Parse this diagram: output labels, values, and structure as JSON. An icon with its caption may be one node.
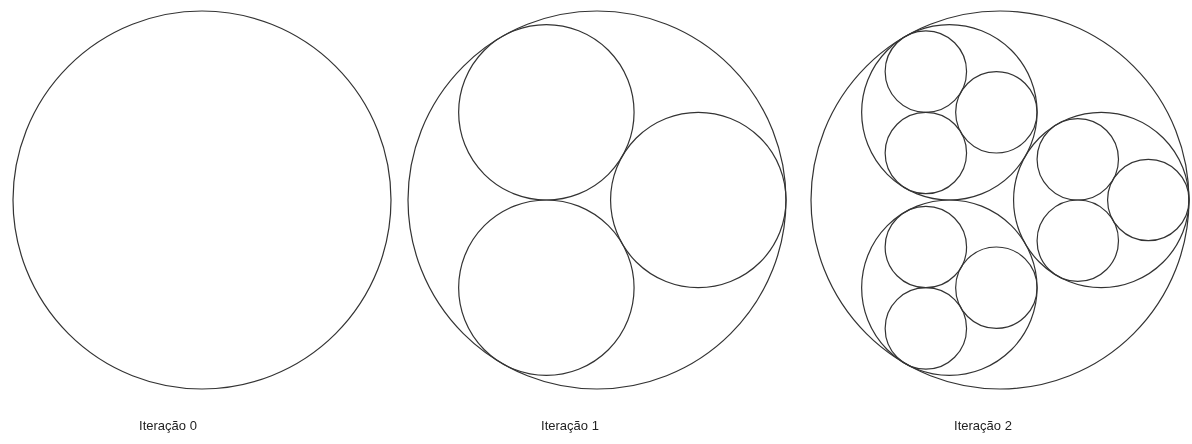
{
  "diagram": {
    "labels": [
      "Iteração 0",
      "Iteração 1",
      "Iteração 2"
    ]
  }
}
